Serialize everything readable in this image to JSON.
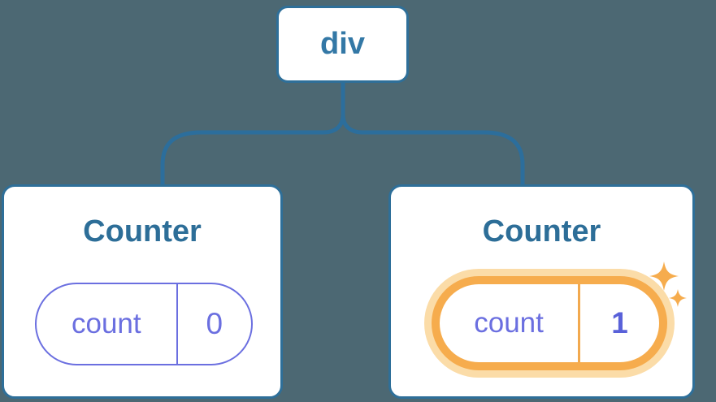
{
  "tree": {
    "root": {
      "label": "div"
    },
    "children": [
      {
        "title": "Counter",
        "state": {
          "key": "count",
          "value": "0"
        },
        "highlighted": false
      },
      {
        "title": "Counter",
        "state": {
          "key": "count",
          "value": "1"
        },
        "highlighted": true
      }
    ]
  },
  "icons": {
    "sparkles": "sparkles-icon"
  },
  "colors": {
    "background": "#4C6873",
    "node_fill": "#FFFFFF",
    "node_border_blue": "#2E6F99",
    "connector_blue": "#2C6E9C",
    "root_label_blue": "#3378A6",
    "title_blue": "#2D6E98",
    "state_purple": "#6B6FE0",
    "state_value_emphasis_purple": "#5961D9",
    "highlight_orange": "#F6AC4D",
    "highlight_glow_orange": "#FBDCA8"
  }
}
